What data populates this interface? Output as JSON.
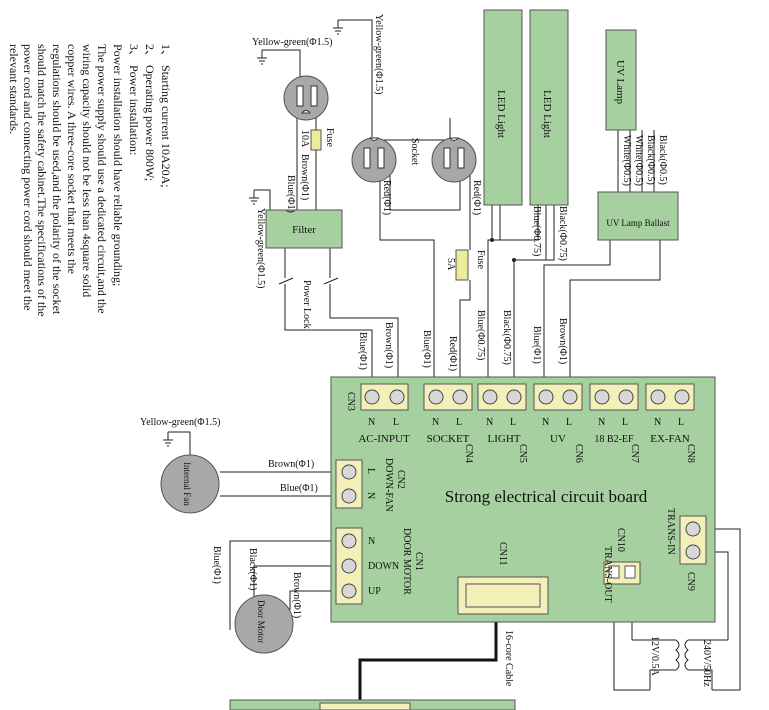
{
  "notes": {
    "line1": "1、 Starting current 10A20A;",
    "line2": "2、 Operating power 800W;",
    "line3": "3、 Power installation:",
    "line4": "Power installation should have reliable grounding;",
    "line5": "The power supply should use a dedicated circuit,and the",
    "line6": "wiring capacity should not be less than 4square solid",
    "line7": "copper wires. A three-core socket that meets the",
    "line8": "regulations should be used,and the polarity of the socket",
    "line9": "should match the safety cabinet.The specifications of the",
    "line10": "power cord and connecting power cord should meet the",
    "line11": "relevant standards."
  },
  "board": {
    "title": "Strong electrical circuit board"
  },
  "connectors": {
    "cn3": "CN3",
    "cn4": "CN4",
    "cn5": "CN5",
    "cn6": "CN6",
    "cn7": "CN7",
    "cn8": "CN8",
    "cn2": "CN2",
    "cn1": "CN1",
    "cn11": "CN11",
    "cn10": "CN10",
    "cn9": "CN9",
    "ac_input": "AC-INPUT",
    "socket": "SOCKET",
    "light": "LIGHT",
    "uv": "UV",
    "b2ef": "18 B2-EF",
    "exfan": "EX-FAN",
    "downfan": "DOWN-FAN",
    "door_motor": "DOOR MOTOR",
    "trans_in": "TRANS-IN",
    "trans_out": "TRANS-OUT",
    "n": "N",
    "l": "L",
    "down": "DOWN",
    "up": "UP"
  },
  "components": {
    "led_light": "LED Light",
    "uv_lamp": "UV Lamp",
    "uv_ballast": "UV Lamp Ballast",
    "filter": "Filter",
    "fuse": "Fuse",
    "fuse_10a": "10A",
    "fuse_5a": "5A",
    "socket": "Socket",
    "power_lock": "Power Lock",
    "internal_fan": "Internal Fan",
    "door_motor": "Door Motor",
    "cable": "16-core Cable",
    "transformer_in": "240V/50Hz",
    "transformer_out": "12V/0.5A"
  },
  "wires": {
    "yg15": "Yellow-green(Φ1.5)",
    "yg15_alt": "Yellow-green(Φ1.5)",
    "yg15_filter": "Yellow-green(Φ1.5)",
    "yg15_fan": "Yellow-green(Φ1.5)",
    "brown1": "Brown(Φ1)",
    "blue1": "Blue(Φ1)",
    "red1": "Red(Φ1)",
    "black075": "Black(Φ0.75)",
    "blue075": "Blue(Φ0.75)",
    "black05": "Black(Φ0.5)",
    "white05": "White(Φ0.5)",
    "black1": "Black(Φ1)"
  },
  "colors": {
    "board": "#a6d0a0",
    "terminal": "#f3efb8",
    "component_gray": "#a8a8a8"
  }
}
